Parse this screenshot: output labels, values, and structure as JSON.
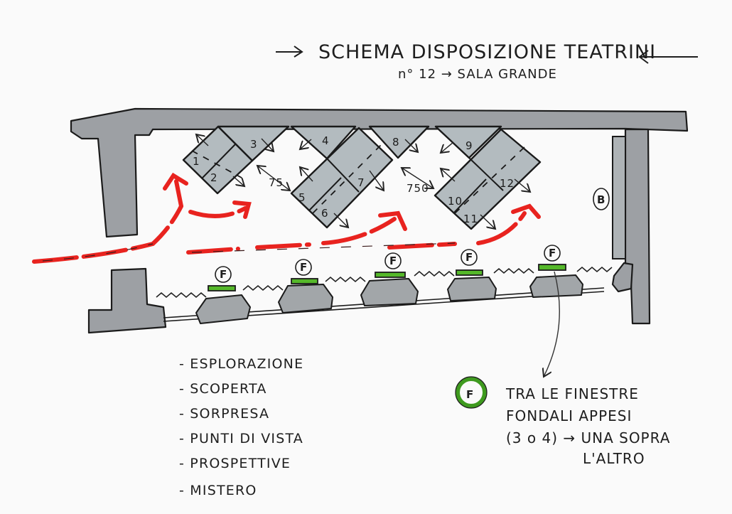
{
  "header": {
    "title": "SCHEMA DISPOSIZIONE TEATRINI",
    "subtitle": "n° 12 → SALA GRANDE",
    "left_arrow": "→",
    "right_arrow": "←"
  },
  "plan": {
    "panel_numbers": [
      "1",
      "2",
      "3",
      "4",
      "5",
      "6",
      "7",
      "8",
      "9",
      "10",
      "11",
      "12"
    ],
    "dimensions": {
      "gap_1": "75",
      "gap_2": "750"
    },
    "marker_b": "B",
    "window_marker": "F"
  },
  "concepts": {
    "items": [
      "- ESPLORAZIONE",
      "- SCOPERTA",
      "- SORPRESA",
      "- PUNTI DI VISTA",
      "- PROSPETTIVE",
      "- MISTERO"
    ]
  },
  "legend": {
    "marker": "F",
    "lines": [
      "TRA LE FINESTRE",
      "FONDALI APPESI",
      "(3 o 4) → UNA SOPRA",
      "L'ALTRO"
    ]
  },
  "colors": {
    "wall": "#9da0a4",
    "panel": "#b3bbbf",
    "path": "#e8231f",
    "fondali": "#55b82a",
    "ink": "#1e1e1e"
  }
}
